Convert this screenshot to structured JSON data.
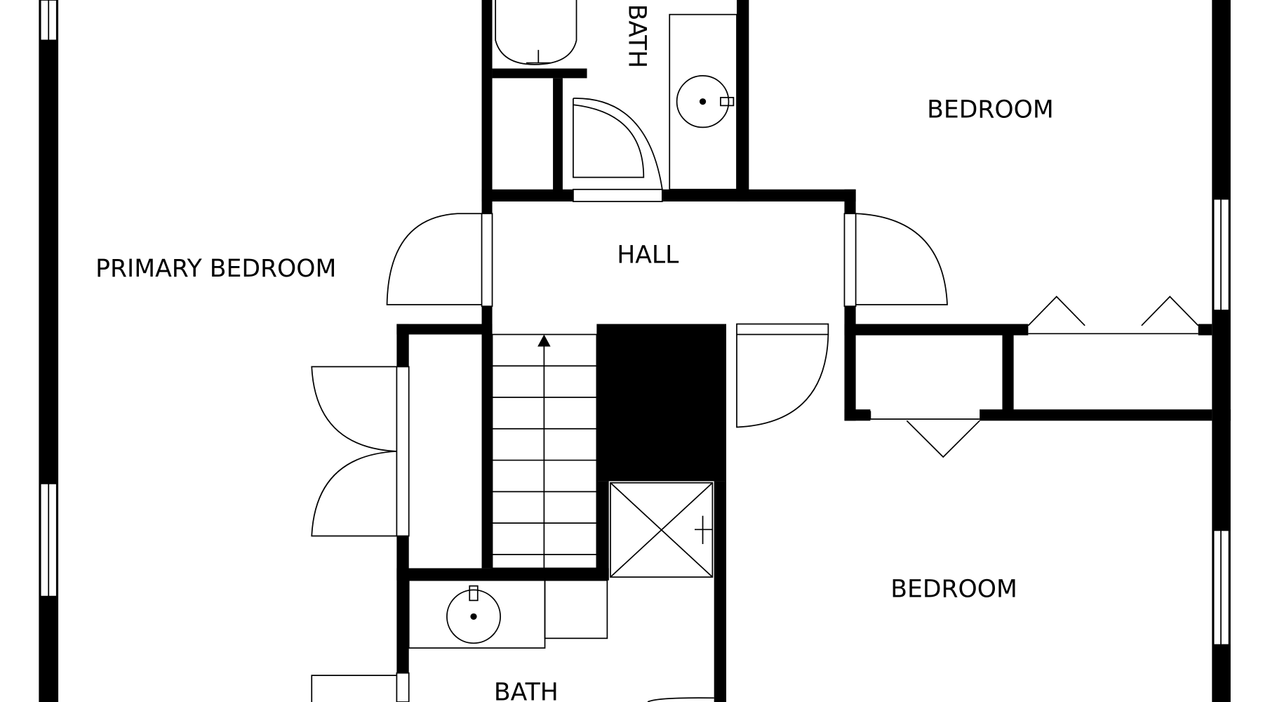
{
  "plan": {
    "rooms": {
      "primary_bedroom": "PRIMARY BEDROOM",
      "hall": "HALL",
      "bath_upper": "BATH",
      "bath_lower": "BATH",
      "bedroom_upper": "BEDROOM",
      "bedroom_lower": "BEDROOM"
    },
    "wall_color": "#000000",
    "background_color": "#ffffff"
  }
}
